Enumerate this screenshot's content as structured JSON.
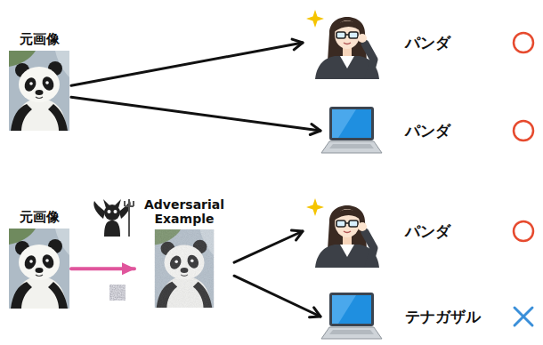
{
  "diagram": {
    "nodes": [
      {
        "text": [
          "元画像"
        ]
      },
      {
        "text": [
          "パンダ"
        ]
      },
      {
        "text": [
          "パンダ"
        ]
      },
      {
        "text": [
          "元画像"
        ]
      },
      {
        "text": [
          "Adversarial Example"
        ]
      },
      {
        "text": [
          "パンダ"
        ]
      },
      {
        "text": [
          "テナガザル"
        ]
      }
    ],
    "edges": [
      {
        "from": 0,
        "to": 1,
        "arrow": "to"
      },
      {
        "from": 0,
        "to": 2,
        "arrow": "to"
      },
      {
        "from": 3,
        "to": 4,
        "arrow": "to"
      },
      {
        "from": 4,
        "to": 5,
        "arrow": "to"
      },
      {
        "from": 4,
        "to": 6,
        "arrow": "to"
      }
    ]
  }
}
